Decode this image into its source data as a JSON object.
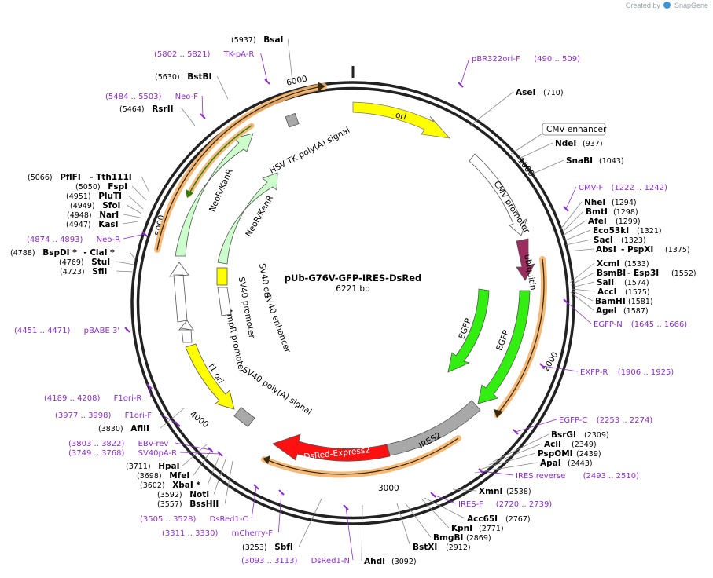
{
  "watermark": {
    "prefix": "Created by",
    "brand": "SnapGene"
  },
  "plasmid": {
    "name": "pUb-G76V-GFP-IRES-DsRed",
    "length": "6221 bp",
    "total_bp": 6221
  },
  "tick_labels": [
    "1000",
    "2000",
    "3000",
    "4000",
    "5000",
    "6000"
  ],
  "colors": {
    "primer": "#8b2fc9",
    "ori": "#ffff00",
    "egfp": "#33ee11",
    "dsred": "#ff1111",
    "ubiquitin": "#9b2d5f",
    "ires": "#a8a8a8",
    "polyA": "#a8a8a8",
    "neo": "#ccffcc",
    "ampr": "#ffffff",
    "highlight": "#f4b26b"
  },
  "enzymes": [
    {
      "name": "BsaI",
      "pos": "(5937)"
    },
    {
      "name": "BstBI",
      "pos": "(5630)"
    },
    {
      "name": "RsrII",
      "pos": "(5464)"
    },
    {
      "name": "PflFI",
      "extra": "- Tth111I",
      "pos": "(5066)"
    },
    {
      "name": "FspI",
      "pos": "(5050)"
    },
    {
      "name": "PluTI",
      "pos": "(4951)"
    },
    {
      "name": "SfoI",
      "pos": "(4949)"
    },
    {
      "name": "NarI",
      "pos": "(4948)"
    },
    {
      "name": "KasI",
      "pos": "(4947)"
    },
    {
      "name": "BspDI *",
      "extra": "- ClaI *",
      "pos": "(4788)"
    },
    {
      "name": "StuI",
      "pos": "(4769)"
    },
    {
      "name": "SfiI",
      "pos": "(4723)"
    },
    {
      "name": "AflII",
      "pos": "(3830)"
    },
    {
      "name": "HpaI",
      "pos": "(3711)"
    },
    {
      "name": "MfeI",
      "pos": "(3698)"
    },
    {
      "name": "XbaI *",
      "pos": "(3602)"
    },
    {
      "name": "NotI",
      "pos": "(3592)"
    },
    {
      "name": "BssHII",
      "pos": "(3557)"
    },
    {
      "name": "SbfI",
      "pos": "(3253)"
    },
    {
      "name": "AhdI",
      "pos": "(3092)"
    },
    {
      "name": "BstXI",
      "pos": "(2912)"
    },
    {
      "name": "BmgBI",
      "pos": "(2869)"
    },
    {
      "name": "KpnI",
      "pos": "(2771)"
    },
    {
      "name": "Acc65I",
      "pos": "(2767)"
    },
    {
      "name": "XmnI",
      "pos": "(2538)"
    },
    {
      "name": "ApaI",
      "pos": "(2443)"
    },
    {
      "name": "PspOMI",
      "pos": "(2439)"
    },
    {
      "name": "AclI",
      "pos": "(2349)"
    },
    {
      "name": "BsrGI",
      "pos": "(2309)"
    },
    {
      "name": "AgeI",
      "pos": "(1587)"
    },
    {
      "name": "BamHI",
      "pos": "(1581)"
    },
    {
      "name": "AccI",
      "pos": "(1575)"
    },
    {
      "name": "SalI",
      "pos": "(1574)"
    },
    {
      "name": "BsmBI",
      "extra": "- Esp3I",
      "pos": "(1552)"
    },
    {
      "name": "XcmI",
      "pos": "(1533)"
    },
    {
      "name": "AbsI",
      "extra": "- PspXI",
      "pos": "(1375)"
    },
    {
      "name": "SacI",
      "pos": "(1323)"
    },
    {
      "name": "Eco53kI",
      "pos": "(1321)"
    },
    {
      "name": "AfeI",
      "pos": "(1299)"
    },
    {
      "name": "BmtI",
      "pos": "(1298)"
    },
    {
      "name": "NheI",
      "pos": "(1294)"
    },
    {
      "name": "SnaBI",
      "pos": "(1043)"
    },
    {
      "name": "NdeI",
      "pos": "(937)"
    },
    {
      "name": "AseI",
      "pos": "(710)"
    }
  ],
  "primers": [
    {
      "name": "TK-pA-R",
      "pos": "(5802 .. 5821)"
    },
    {
      "name": "Neo-F",
      "pos": "(5484 .. 5503)"
    },
    {
      "name": "Neo-R",
      "pos": "(4874 .. 4893)"
    },
    {
      "name": "pBABE 3'",
      "pos": "(4451 .. 4471)"
    },
    {
      "name": "F1ori-R",
      "pos": "(4189 .. 4208)"
    },
    {
      "name": "F1ori-F",
      "pos": "(3977 .. 3998)"
    },
    {
      "name": "EBV-rev",
      "pos": "(3803 .. 3822)"
    },
    {
      "name": "SV40pA-R",
      "pos": "(3749 .. 3768)"
    },
    {
      "name": "DsRed1-C",
      "pos": "(3505 .. 3528)"
    },
    {
      "name": "mCherry-F",
      "pos": "(3311 .. 3330)"
    },
    {
      "name": "DsRed1-N",
      "pos": "(3093 .. 3113)"
    },
    {
      "name": "IRES-F",
      "pos": "(2720 .. 2739)"
    },
    {
      "name": "IRES reverse",
      "pos": "(2493 .. 2510)"
    },
    {
      "name": "EGFP-C",
      "pos": "(2253 .. 2274)"
    },
    {
      "name": "EXFP-R",
      "pos": "(1906 .. 1925)"
    },
    {
      "name": "EGFP-N",
      "pos": "(1645 .. 1666)"
    },
    {
      "name": "CMV-F",
      "pos": "(1222 .. 1242)"
    },
    {
      "name": "pBR322ori-F",
      "pos": "(490 .. 509)"
    }
  ],
  "boxed_feature": {
    "name": "CMV enhancer"
  },
  "features": {
    "ori": "ori",
    "cmv_promoter": "CMV promoter",
    "ubiquitin": "ubiquitin",
    "egfp_a": "EGFP",
    "egfp_b": "EGFP",
    "ires2": "IRES2",
    "dsred": "DsRed-Express2",
    "sv40_polya": "SV40 poly(A) signal",
    "f1_ori": "f1 ori",
    "ampr_promoter": "AmpR promoter",
    "sv40_promoter": "SV40 promoter",
    "sv40_enhancer": "SV40 enhancer",
    "sv40_ori": "SV40 ori",
    "neokanr_a": "NeoR/KanR",
    "neokanr_b": "NeoR/KanR",
    "hsv_tk": "HSV TK poly(A) signal"
  }
}
